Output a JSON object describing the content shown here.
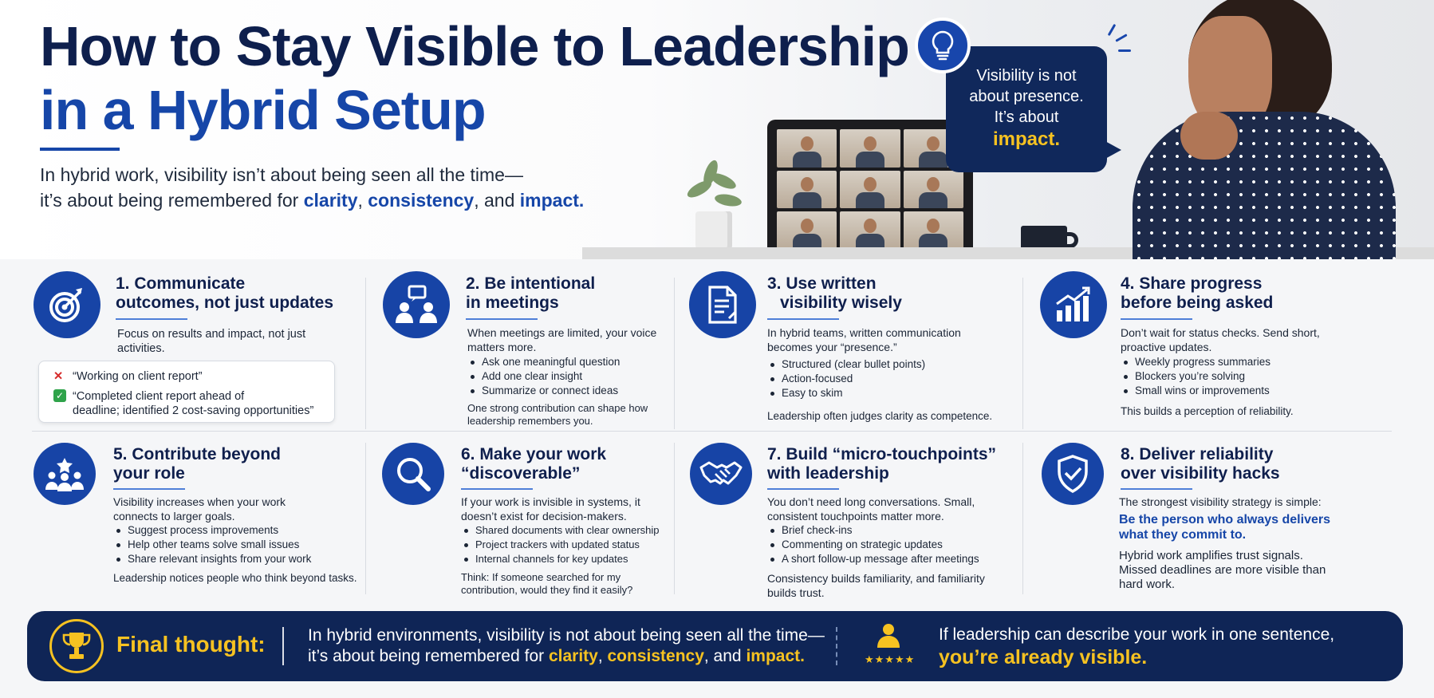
{
  "hero": {
    "title_line1": "How to Stay Visible to Leadership",
    "title_line2": "in a Hybrid Setup",
    "subtitle_line1": "In hybrid work, visibility isn’t about being seen all the time—",
    "subtitle_line2_pre": "it’s about being remembered for ",
    "subtitle_clarity": "clarity",
    "subtitle_comma1": ", ",
    "subtitle_consistency": "consistency",
    "subtitle_and": ", and ",
    "subtitle_impact": "impact."
  },
  "bubble": {
    "line1": "Visibility is not",
    "line2": "about presence.",
    "line3": "It’s about",
    "line4": "impact."
  },
  "cards": [
    {
      "title_l1": "1. Communicate",
      "title_l2": "outcomes, not just updates",
      "text": "Focus on results and impact, not just activities.",
      "icon": "target-icon",
      "bad_example": "“Working on client report”",
      "good_example_l1": "“Completed client report ahead of",
      "good_example_l2": "deadline; identified 2 cost-saving opportunities”"
    },
    {
      "title_l1": "2. Be intentional",
      "title_l2": "in meetings",
      "text": "When meetings are limited, your voice matters more.",
      "icon": "meeting-chat-icon",
      "items": [
        "Ask one meaningful question",
        "Add one clear insight",
        "Summarize or connect ideas"
      ],
      "foot": "One strong contribution can shape how leadership remembers you."
    },
    {
      "title_l1": "3. Use written",
      "title_l2": "visibility wisely",
      "text": "In hybrid teams, written communication becomes your “presence.”",
      "icon": "document-icon",
      "items": [
        "Structured (clear bullet points)",
        "Action-focused",
        "Easy to skim"
      ],
      "foot": "Leadership often judges clarity as competence."
    },
    {
      "title_l1": "4. Share progress",
      "title_l2": "before being asked",
      "text": "Don’t wait for status checks. Send short, proactive updates.",
      "icon": "growth-chart-icon",
      "items": [
        "Weekly progress summaries",
        "Blockers you’re solving",
        "Small wins or improvements"
      ],
      "foot": "This builds a perception of reliability."
    },
    {
      "title_l1": "5. Contribute beyond",
      "title_l2": "your role",
      "text": "Visibility increases when your work connects to larger goals.",
      "icon": "team-star-icon",
      "items": [
        "Suggest process improvements",
        "Help other teams solve small issues",
        "Share relevant insights from your work"
      ],
      "foot": "Leadership notices people who think beyond tasks."
    },
    {
      "title_l1": "6. Make your work",
      "title_l2": "“discoverable”",
      "text": "If your work is invisible in systems, it doesn’t exist for decision-makers.",
      "icon": "magnifier-icon",
      "items": [
        "Shared documents with clear ownership",
        "Project trackers with updated status",
        "Internal channels for key updates"
      ],
      "foot": "Think: If someone searched for my contribution, would they find it easily?"
    },
    {
      "title_l1": "7. Build “micro-touchpoints”",
      "title_l2": "with leadership",
      "text": "You don’t need long conversations. Small, consistent touchpoints matter more.",
      "icon": "handshake-icon",
      "items": [
        "Brief check-ins",
        "Commenting on strategic updates",
        "A short follow-up message after meetings"
      ],
      "foot": "Consistency builds familiarity, and familiarity builds trust."
    },
    {
      "title_l1": "8. Deliver reliability",
      "title_l2": "over visibility hacks",
      "text": "The strongest visibility strategy is simple:",
      "icon": "shield-check-icon",
      "highlight": "Be the person who always delivers what they commit to.",
      "foot": "Hybrid work amplifies trust signals. Missed deadlines are more visible than hard work."
    }
  ],
  "banner": {
    "label": "Final thought:",
    "text_l1": "In hybrid environments, visibility is not about being seen all the time—",
    "text_l2_pre": "it’s about being remembered for ",
    "clarity": "clarity",
    "comma": ", ",
    "consistency": "consistency",
    "and": ", and ",
    "impact": "impact.",
    "right_l1": "If leadership can describe your work in one sentence,",
    "right_l2": "you’re already visible."
  },
  "colors": {
    "navy": "#0f1f4d",
    "blue": "#1646a8",
    "accent_yellow": "#f6c221",
    "banner": "#0f2556"
  }
}
